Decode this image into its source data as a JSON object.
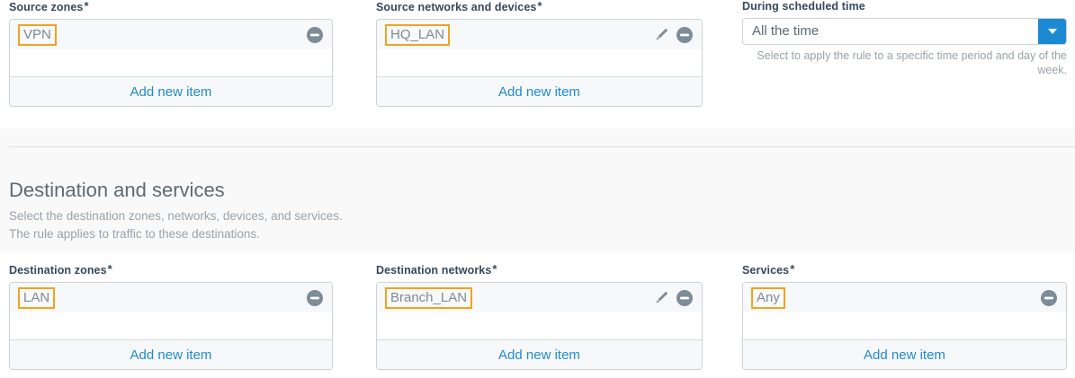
{
  "source_section": {
    "source_zones": {
      "label": "Source zones",
      "required": true,
      "required_marker": "*",
      "items": [
        {
          "name": "VPN",
          "has_edit": false,
          "has_remove": true
        }
      ],
      "add_label": "Add new item"
    },
    "source_networks": {
      "label": "Source networks and devices",
      "required": true,
      "required_marker": "*",
      "items": [
        {
          "name": "HQ_LAN",
          "has_edit": true,
          "has_remove": true
        }
      ],
      "add_label": "Add new item"
    },
    "scheduled_time": {
      "label": "During scheduled time",
      "required": false,
      "value": "All the time",
      "hint": "Select to apply the rule to a specific time period and day of the week.",
      "dropdown_icon": "chevron-down-icon"
    }
  },
  "destination_section": {
    "title": "Destination and services",
    "description_line_1": "Select the destination zones, networks, devices, and services.",
    "description_line_2": "The rule applies to traffic to these destinations.",
    "destination_zones": {
      "label": "Destination zones",
      "required": true,
      "required_marker": "*",
      "items": [
        {
          "name": "LAN",
          "has_edit": false,
          "has_remove": true
        }
      ],
      "add_label": "Add new item"
    },
    "destination_networks": {
      "label": "Destination networks",
      "required": true,
      "required_marker": "*",
      "items": [
        {
          "name": "Branch_LAN",
          "has_edit": true,
          "has_remove": true
        }
      ],
      "add_label": "Add new item"
    },
    "services": {
      "label": "Services",
      "required": true,
      "required_marker": "*",
      "items": [
        {
          "name": "Any",
          "has_edit": false,
          "has_remove": true
        }
      ],
      "add_label": "Add new item"
    }
  },
  "colors": {
    "accent_blue": "#1b8ad2",
    "link_blue": "#1f8bcd",
    "highlight_orange": "#f0a320",
    "label_dark": "#36495d",
    "muted_gray": "#9aa2a8",
    "item_row_bg": "#f7f8f9",
    "section_bg": "#f9f9fa",
    "border_gray": "#ccd2d6",
    "icon_gray": "#7d8c99"
  },
  "icons": {
    "edit": "pencil-icon",
    "remove": "minus-circle-icon",
    "dropdown": "chevron-down-icon"
  }
}
